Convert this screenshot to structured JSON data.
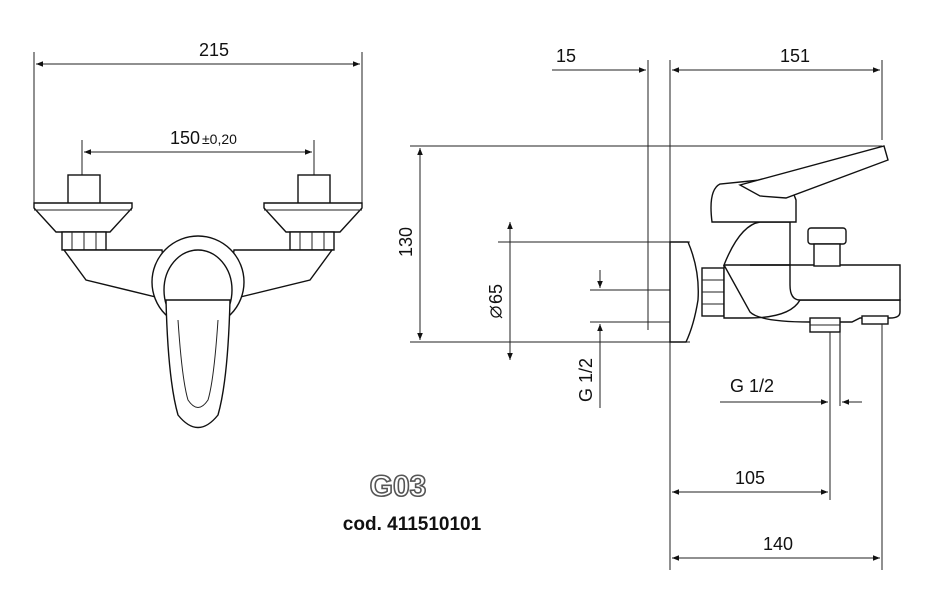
{
  "dimensions": {
    "overall_width": "215",
    "inlet_spacing": "150",
    "inlet_tolerance": "±0,20",
    "wall_offset": "15",
    "depth": "151",
    "height": "130",
    "rosette_diameter": "65",
    "inlet_thread": "G 1/2",
    "outlet_thread": "G 1/2",
    "spout_offset": "105",
    "spout_length": "140"
  },
  "model": {
    "name": "G03",
    "code": "cod. 411510101"
  }
}
